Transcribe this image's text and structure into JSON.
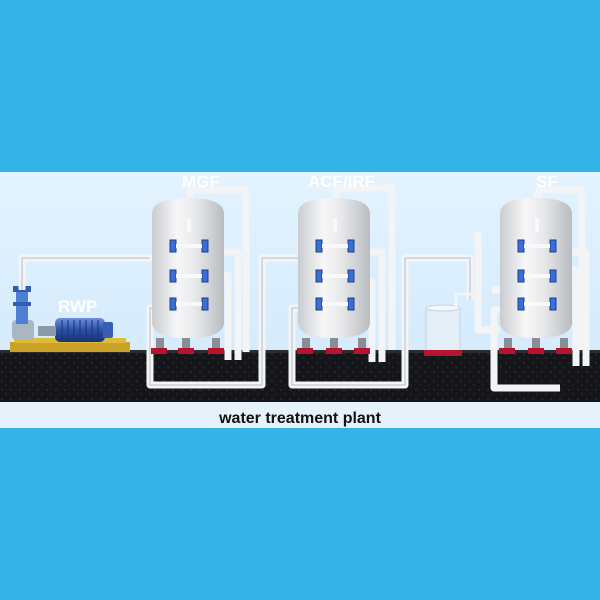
{
  "labels": {
    "rwp": "RWP",
    "mgf": "MGF",
    "acf": "ACF/IRF",
    "sf": "SF"
  },
  "caption": "water treatment plant",
  "colors": {
    "background": "#34b3e6",
    "band": "#dcefff",
    "ground": "#14161a",
    "pipe": "#f2f4f6",
    "tank": "#e6e8ea",
    "pump": "#2a4fa8",
    "valve": "#3b6fd8"
  },
  "icons": [
    "pump-icon",
    "tank-icon",
    "valve-icon",
    "pipe-icon"
  ]
}
